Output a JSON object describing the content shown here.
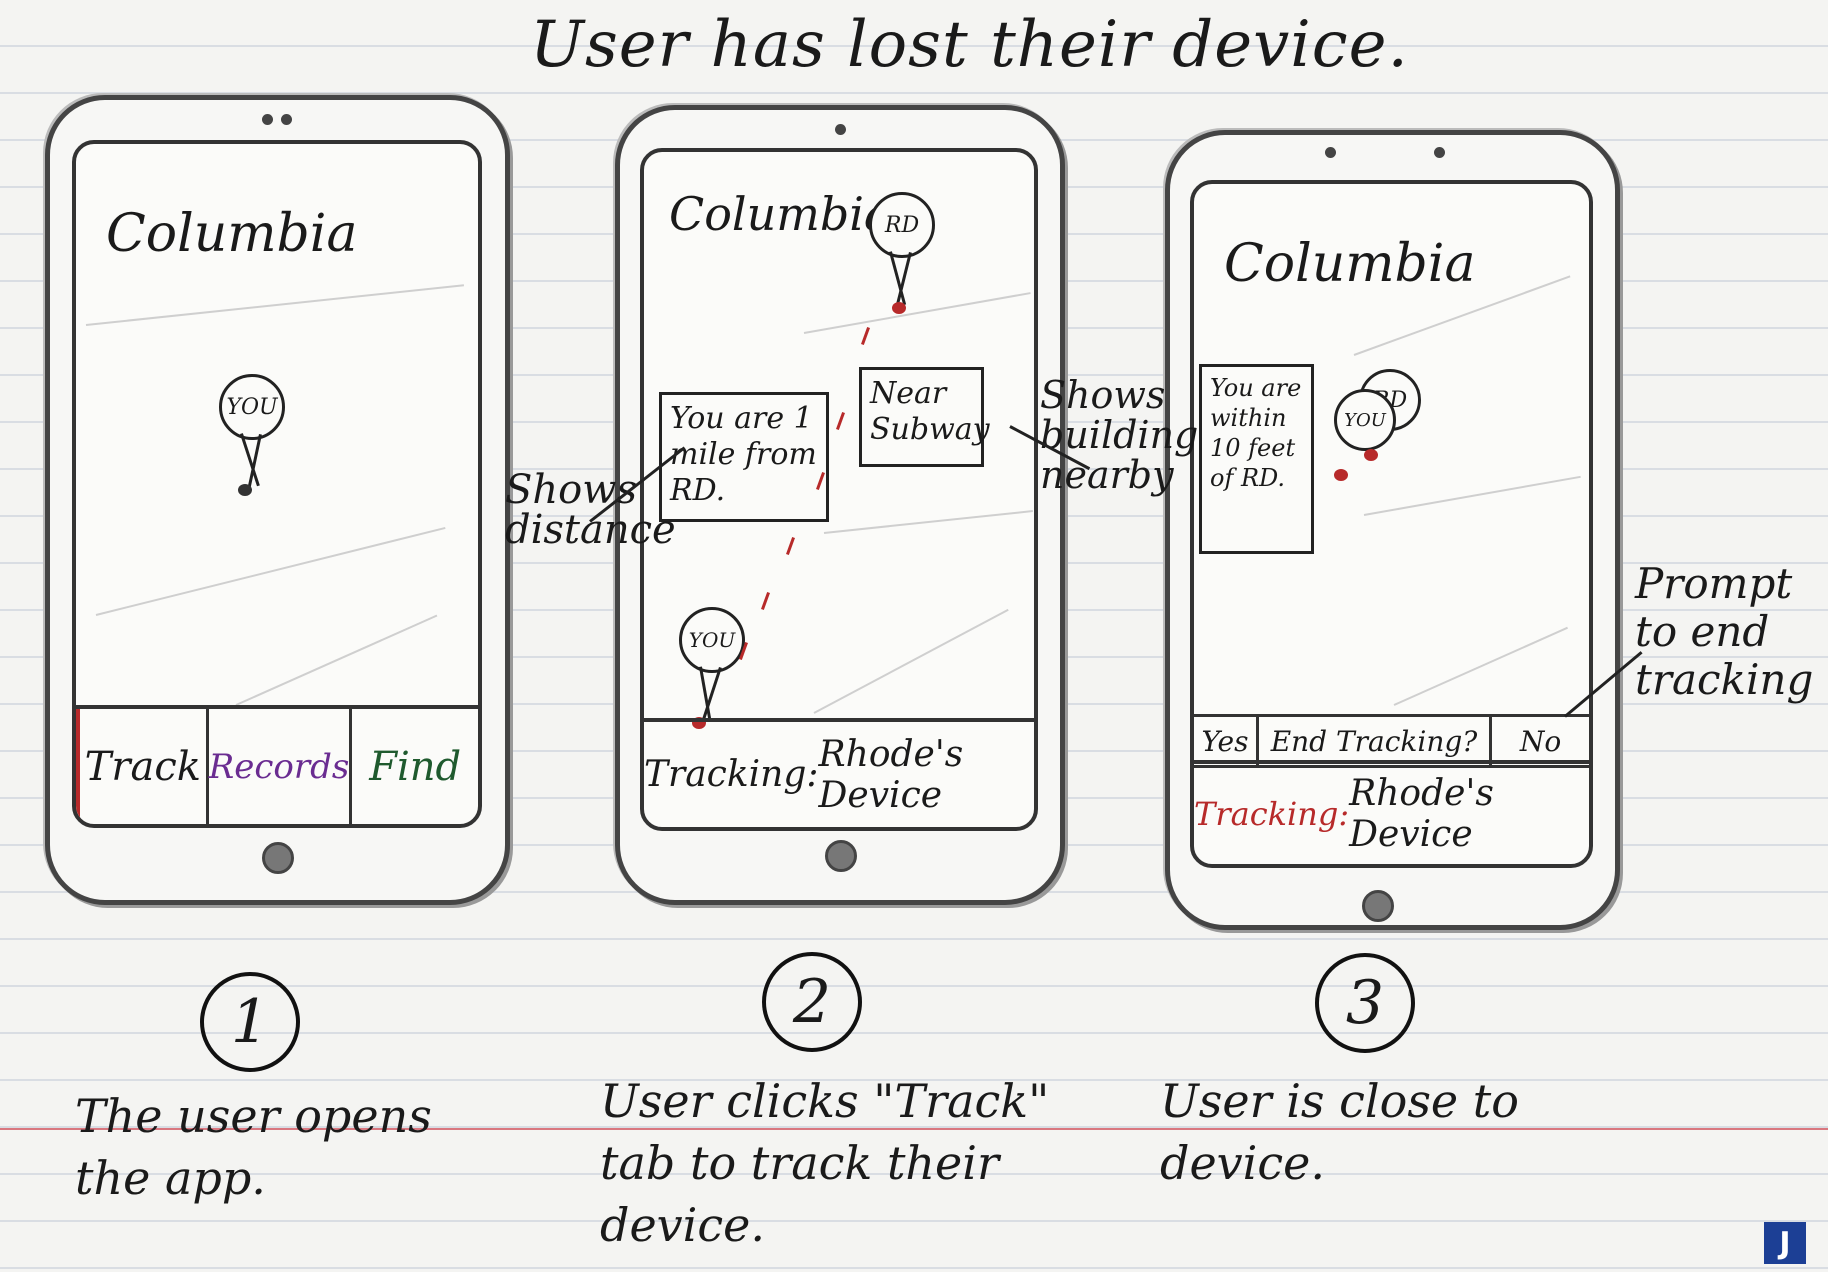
{
  "title": "User has lost their device.",
  "colors": {
    "red_ink": "#b72a2a",
    "purple_ink": "#6a2c91",
    "green_ink": "#1f5a2e",
    "black_ink": "#1a1a1a",
    "margin_line": "#d9777f"
  },
  "panels": [
    {
      "number": "1",
      "screen_title": "Columbia",
      "pin_label": "YOU",
      "tabs": [
        "Track",
        "Records",
        "Find"
      ],
      "caption": "The user opens the app."
    },
    {
      "number": "2",
      "screen_title": "Columbia",
      "pin_rd": "RD",
      "pin_you": "YOU",
      "distance_text": "You are 1 mile from RD.",
      "nearby_text": "Near Subway",
      "tracking_prefix": "Tracking:",
      "tracking_device": "Rhode's Device",
      "caption": "User clicks \"Track\" tab to track their device."
    },
    {
      "number": "3",
      "screen_title": "Columbia",
      "pin_rd": "RD",
      "pin_you": "YOU",
      "within_text": "You are within 10 feet of RD.",
      "prompt": {
        "yes": "Yes",
        "question": "End Tracking?",
        "no": "No"
      },
      "tracking_prefix": "Tracking:",
      "tracking_device": "Rhode's Device",
      "caption": "User is close to device."
    }
  ],
  "annotations": {
    "shows_distance": "Shows distance",
    "shows_building": "Shows building nearby",
    "prompt_end": "Prompt to end tracking"
  }
}
